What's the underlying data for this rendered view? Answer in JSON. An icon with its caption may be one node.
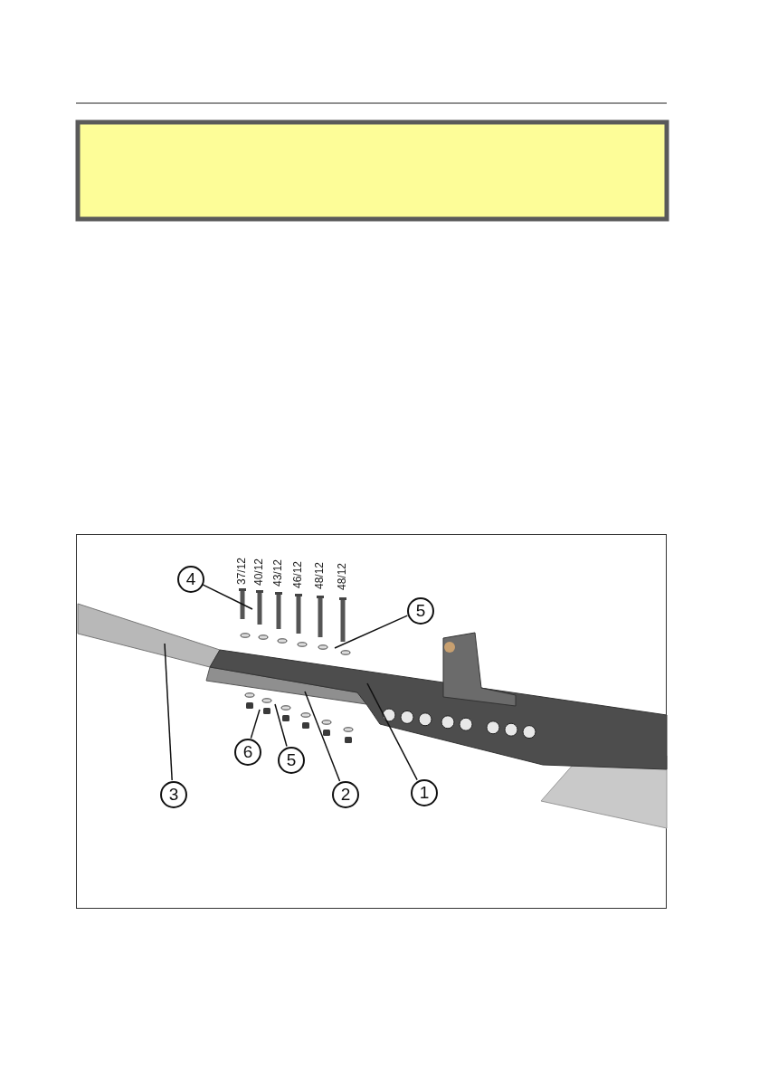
{
  "diagram": {
    "nodes": [
      {
        "text": [],
        "shape": "box"
      },
      {
        "text": [
          "4"
        ]
      },
      {
        "text": [
          "5"
        ]
      },
      {
        "text": [
          "6"
        ]
      },
      {
        "text": [
          "5"
        ]
      },
      {
        "text": [
          "3"
        ]
      },
      {
        "text": [
          "2"
        ]
      },
      {
        "text": [
          "1"
        ]
      },
      {
        "text": [],
        "shape": "bar"
      },
      {
        "text": [],
        "shape": "wedge"
      },
      {
        "text": [],
        "shape": "beam"
      },
      {
        "text": [],
        "shape": "bolt"
      },
      {
        "text": [],
        "shape": "washer"
      },
      {
        "text": [],
        "shape": "washer"
      },
      {
        "text": [],
        "shape": "nut"
      }
    ],
    "edges": [
      {
        "from": 1,
        "to": 11,
        "arrow": "none"
      },
      {
        "from": 2,
        "to": 12,
        "arrow": "none"
      },
      {
        "from": 3,
        "to": 14,
        "arrow": "none"
      },
      {
        "from": 4,
        "to": 13,
        "arrow": "none"
      },
      {
        "from": 5,
        "to": 8,
        "arrow": "none"
      },
      {
        "from": 6,
        "to": 9,
        "arrow": "none"
      },
      {
        "from": 7,
        "to": 10,
        "arrow": "none"
      }
    ],
    "labels": [
      "37/12",
      "40/12",
      "43/12",
      "46/12",
      "48/12",
      "48/12"
    ]
  }
}
